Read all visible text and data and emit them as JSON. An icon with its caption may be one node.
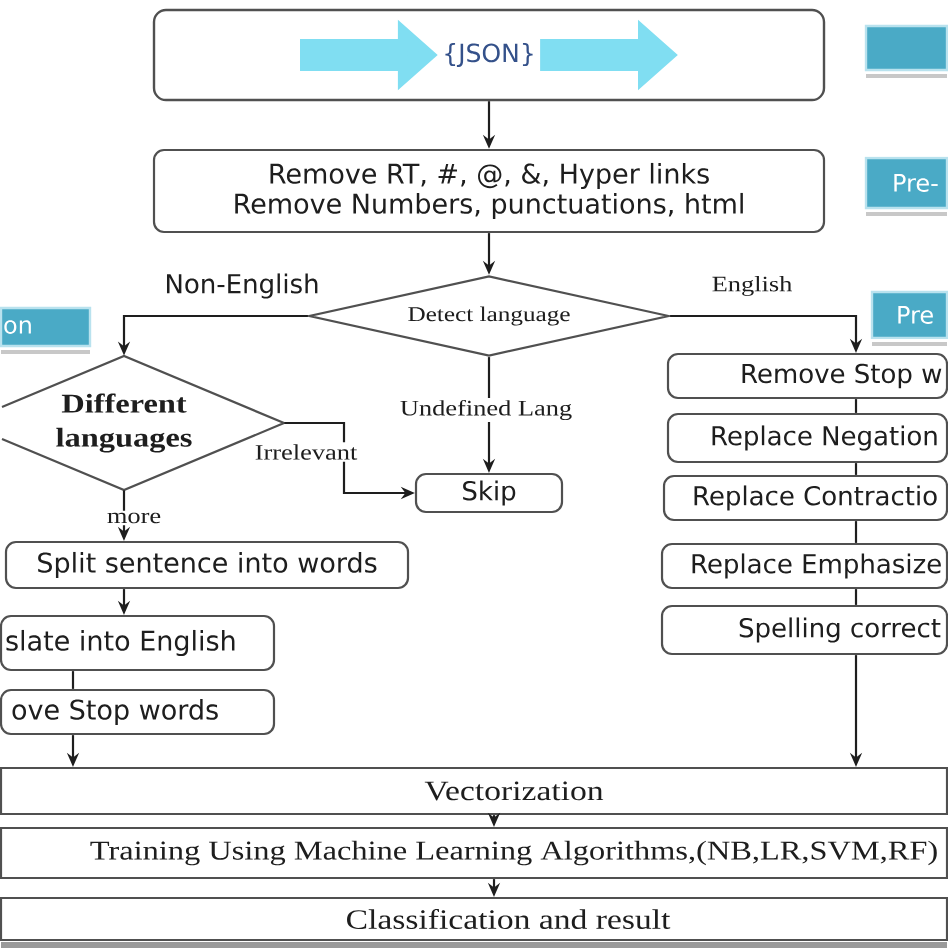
{
  "diagram": {
    "nodes": [
      {
        "text": [],
        "shape": "box"
      },
      {
        "text": [
          "{JSON}"
        ],
        "in": 0
      },
      {
        "text": [],
        "shape": "box"
      },
      {
        "text": [
          "Remove RT, #, @, &, Hyper links",
          "Remove Numbers, punctuations, html"
        ]
      },
      {
        "text": [
          "Pre-"
        ]
      },
      {
        "text": [
          "Detect language"
        ]
      },
      {
        "text": [
          "on"
        ]
      },
      {
        "text": [
          "Pre"
        ]
      },
      {
        "text": [
          "Different languages"
        ]
      },
      {
        "text": [
          "Skip"
        ]
      },
      {
        "text": [
          "Remove Stop w"
        ]
      },
      {
        "text": [
          "Replace Negation"
        ]
      },
      {
        "text": [
          "Replace Contractio"
        ]
      },
      {
        "text": [
          "Split sentence into words"
        ]
      },
      {
        "text": [
          "Replace Emphasize"
        ]
      },
      {
        "text": [
          "Spelling correct"
        ]
      },
      {
        "text": [
          "slate into English"
        ]
      },
      {
        "text": [
          "ove Stop words"
        ]
      },
      {
        "text": [
          "Vectorization"
        ]
      },
      {
        "text": [
          "Training Using Machine Learning Algorithms,(NB,LR,SVM,RF)"
        ]
      },
      {
        "text": [
          "Classification and result"
        ]
      }
    ],
    "edges": [
      {
        "from": null,
        "to": 1,
        "arrow": "to",
        "style": "thick",
        "color": "#80def2"
      },
      {
        "from": 1,
        "to": null,
        "arrow": "to",
        "style": "thick",
        "color": "#80def2"
      },
      {
        "from": 0,
        "to": 3,
        "arrow": "to"
      },
      {
        "from": 3,
        "to": 5,
        "arrow": "to"
      },
      {
        "from": 5,
        "to": 8,
        "arrow": "to",
        "label": "Non-English"
      },
      {
        "from": 5,
        "to": 10,
        "arrow": "to",
        "label": "English"
      },
      {
        "from": 5,
        "to": 9,
        "arrow": "to",
        "label": "Undefined Lang"
      },
      {
        "from": 8,
        "to": 9,
        "arrow": "to",
        "label": "Irrelevant"
      },
      {
        "from": 8,
        "to": 13,
        "arrow": "to",
        "label": "more"
      },
      {
        "from": 13,
        "to": 16,
        "arrow": "to"
      },
      {
        "from": 16,
        "to": 17,
        "arrow": "none"
      },
      {
        "from": 17,
        "to": 18,
        "arrow": "to"
      },
      {
        "from": 10,
        "to": 11,
        "arrow": "none"
      },
      {
        "from": 11,
        "to": 12,
        "arrow": "none"
      },
      {
        "from": 12,
        "to": 14,
        "arrow": "none"
      },
      {
        "from": 14,
        "to": 15,
        "arrow": "none"
      },
      {
        "from": 15,
        "to": 18,
        "arrow": "to"
      },
      {
        "from": 18,
        "to": 19,
        "arrow": "to"
      },
      {
        "from": 19,
        "to": 20,
        "arrow": "to"
      }
    ]
  }
}
